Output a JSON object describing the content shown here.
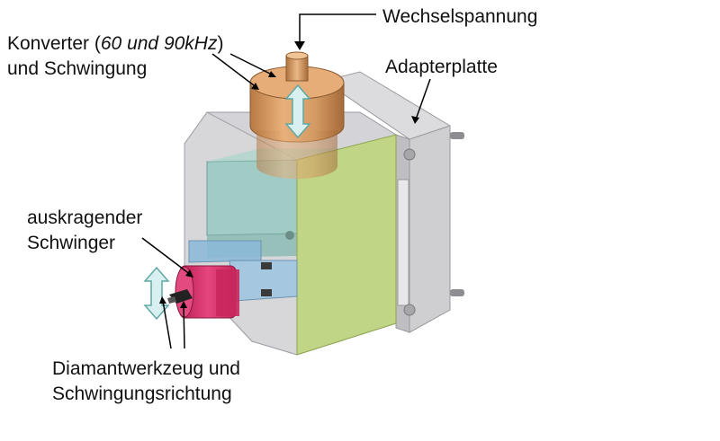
{
  "labels": {
    "wechselspannung": "Wechselspannung",
    "konverter_prefix": "Konverter (",
    "konverter_freq": "60 und 90kHz",
    "konverter_suffix": ")",
    "konverter_line2": "und Schwingung",
    "adapterplatte": "Adapterplatte",
    "auskragender_line1": "auskragender",
    "auskragender_line2": "Schwinger",
    "diamant_line1": "Diamantwerkzeug und",
    "diamant_line2": "Schwingungsrichtung"
  },
  "colors": {
    "converter": "#d49a63",
    "housing": "#c8c8cc",
    "green_block": "#b9d66a",
    "teal_block": "#8fc8bd",
    "pink_horn": "#d8306a",
    "arrow_fill": "#d8f0ef",
    "plate": "#d6d6d8"
  }
}
